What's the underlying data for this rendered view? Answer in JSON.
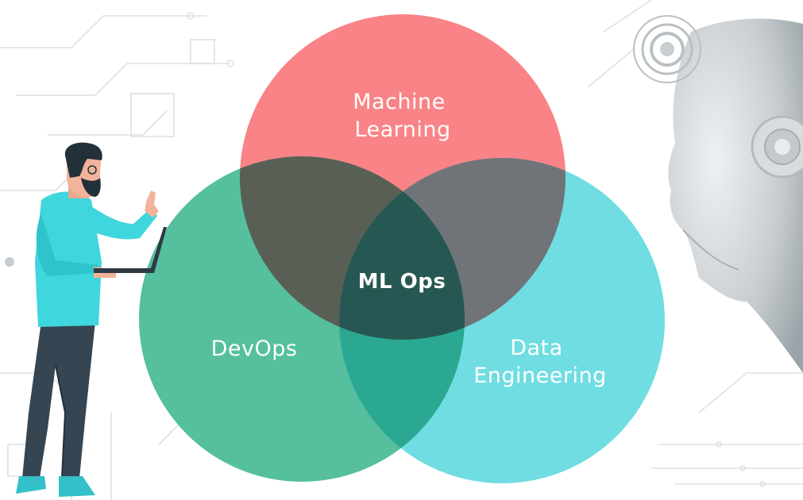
{
  "diagram": {
    "circles": [
      {
        "id": "machine-learning",
        "lines": [
          "Machine",
          "Learning"
        ],
        "color": "#F98386"
      },
      {
        "id": "devops",
        "lines": [
          "DevOps"
        ],
        "color": "#55BF9E"
      },
      {
        "id": "data-engineering",
        "lines": [
          "Data",
          "Engineering"
        ],
        "color": "#6FDDE1"
      }
    ],
    "intersections": {
      "ml_devops": "#5A5F55",
      "ml_data": "#707479",
      "devops_data": "#2BA892",
      "all": "#275752"
    },
    "center_label": "ML Ops"
  },
  "illustration": {
    "person": {
      "shirt_color": "#3FD6DD",
      "pants_color": "#354551",
      "shoes_color": "#33C0C8",
      "beard_color": "#1E2A33"
    },
    "robot_head_color": "#C8CDD0",
    "background_circuit_color": "#D9DEE1"
  }
}
